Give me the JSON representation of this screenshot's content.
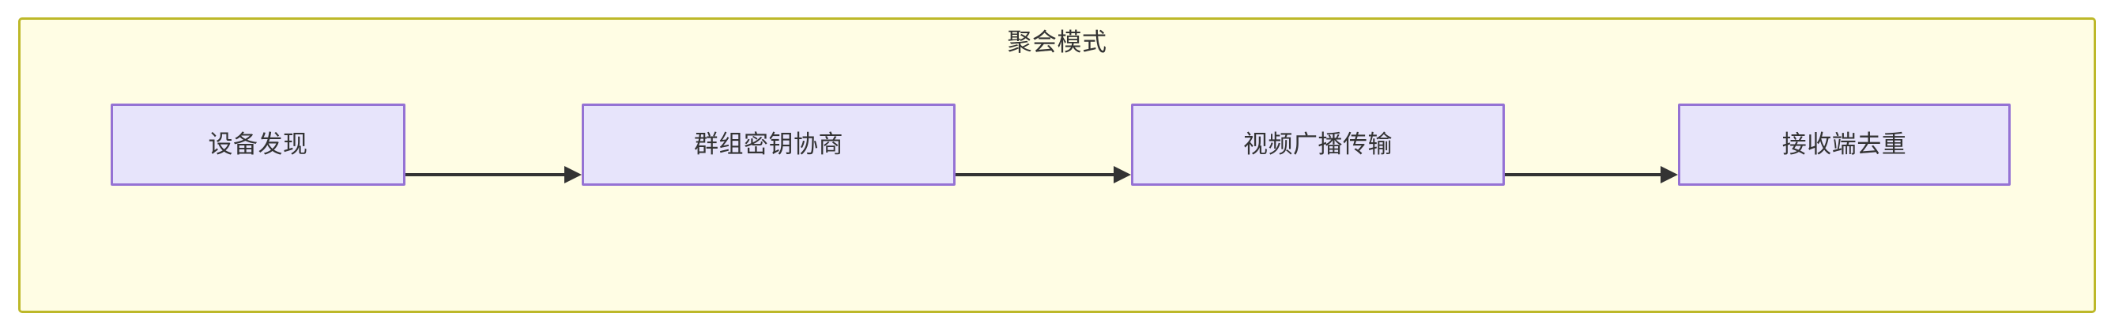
{
  "diagram": {
    "type": "flowchart",
    "direction": "left-to-right",
    "background_color": "#ffffff",
    "subgraph": {
      "title": "聚会模式",
      "fill_color": "#fffde4",
      "border_color": "#bdb829"
    },
    "node_style": {
      "fill_color": "#e7e4fb",
      "border_color": "#9572d4",
      "text_color": "#333333"
    },
    "edge_style": {
      "color": "#333333",
      "arrowhead": "filled-triangle"
    },
    "nodes": [
      {
        "id": "n1",
        "label": "设备发现"
      },
      {
        "id": "n2",
        "label": "群组密钥协商"
      },
      {
        "id": "n3",
        "label": "视频广播传输"
      },
      {
        "id": "n4",
        "label": "接收端去重"
      }
    ],
    "edges": [
      {
        "from": "n1",
        "to": "n2",
        "label": ""
      },
      {
        "from": "n2",
        "to": "n3",
        "label": ""
      },
      {
        "from": "n3",
        "to": "n4",
        "label": ""
      }
    ]
  }
}
